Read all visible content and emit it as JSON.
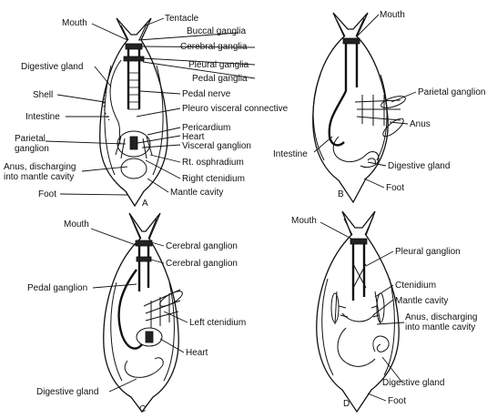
{
  "panel_a": {
    "letter": "A",
    "labels": {
      "mouth": "Mouth",
      "tentacle": "Tentacle",
      "buccal_ganglia": "Buccal ganglia",
      "cerebral_ganglia": "Cerebral ganglia",
      "digestive_gland": "Digestive gland",
      "pleural_ganglia": "Pleural ganglia",
      "pedal_ganglia": "Pedal ganglia",
      "shell": "Shell",
      "pedal_nerve": "Pedal nerve",
      "intestine": "Intestine",
      "pleuro_visceral": "Pleuro visceral connective",
      "pericardium": "Pericardium",
      "heart": "Heart",
      "parietal_ganglion_1": "Parietal",
      "parietal_ganglion_2": "ganglion",
      "visceral_ganglion": "Visceral ganglion",
      "anus_1": "Anus, discharging",
      "anus_2": "into mantle cavity",
      "rt_osphradium": "Rt. osphradium",
      "right_ctenidium": "Right ctenidium",
      "foot": "Foot",
      "mantle_cavity": "Mantle cavity"
    }
  },
  "panel_b": {
    "letter": "B",
    "labels": {
      "mouth": "Mouth",
      "parietal_ganglion": "Parietal ganglion",
      "anus": "Anus",
      "intestine": "Intestine",
      "digestive_gland": "Digestive gland",
      "foot": "Foot"
    }
  },
  "panel_c": {
    "letter": "C",
    "labels": {
      "mouth": "Mouth",
      "cerebral_ganglion_1": "Cerebral ganglion",
      "cerebral_ganglion_2": "Cerebral ganglion",
      "pedal_ganglion": "Pedal ganglion",
      "left_ctenidium": "Left ctenidium",
      "heart": "Heart",
      "digestive_gland": "Digestive gland"
    }
  },
  "panel_d": {
    "letter": "D",
    "labels": {
      "mouth": "Mouth",
      "pleural_ganglion": "Pleural ganglion",
      "ctenidium": "Ctenidium",
      "mantle_cavity": "Mantle cavity",
      "anus_1": "Anus, discharging",
      "anus_2": "into mantle cavity",
      "digestive_gland": "Digestive gland",
      "foot": "Foot"
    }
  }
}
